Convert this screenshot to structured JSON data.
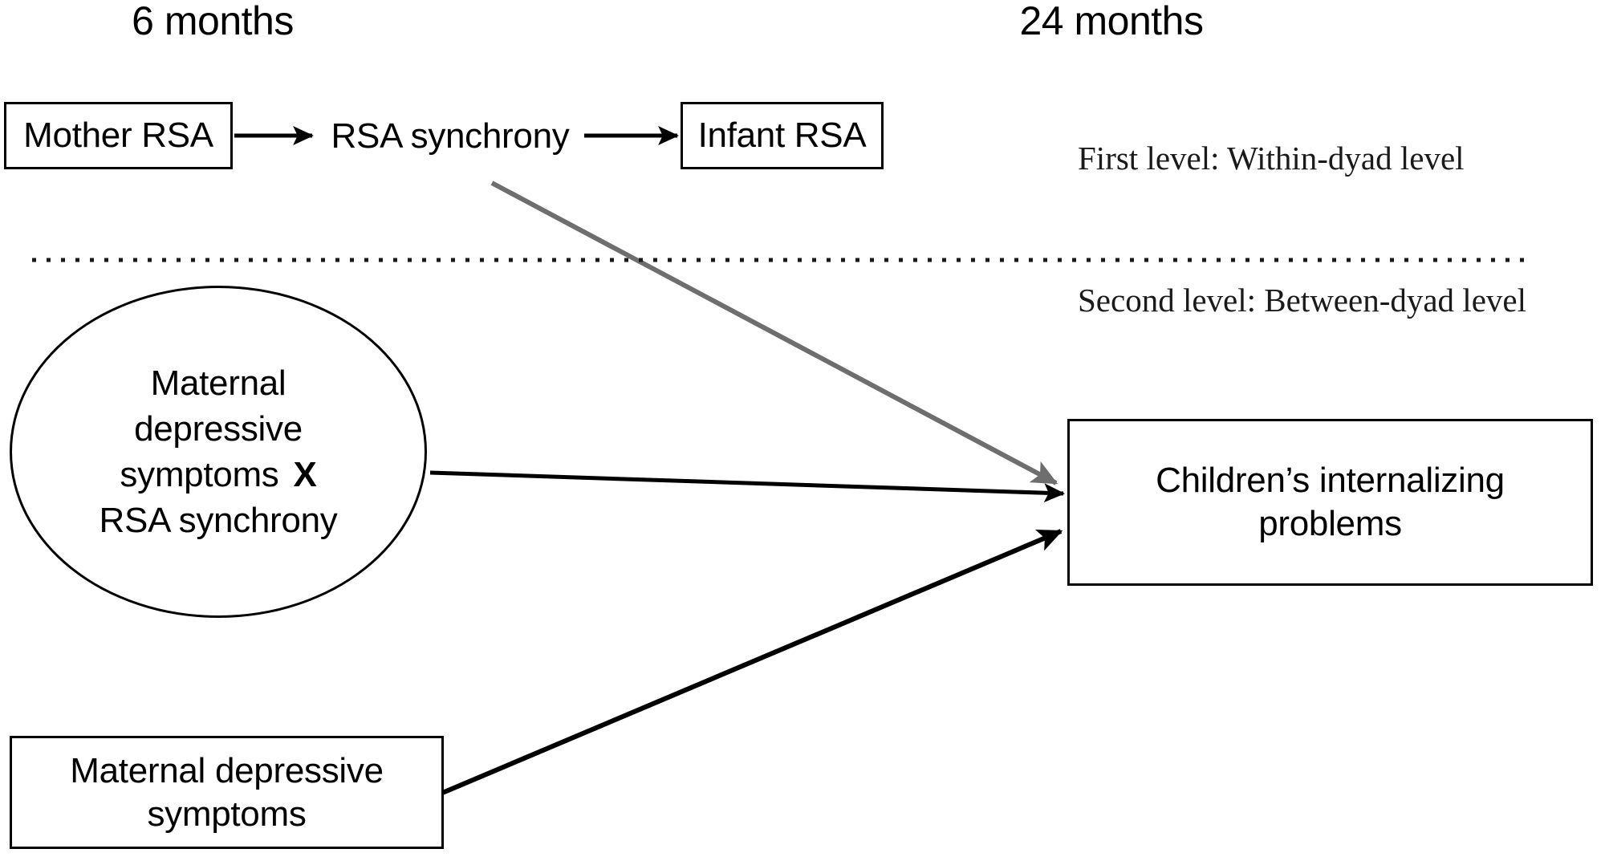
{
  "figure": {
    "title": "Multilevel model of RSA synchrony, maternal depressive symptoms and children's internalizing problems",
    "background_color": "#ffffff",
    "stroke_color": "#000000",
    "gray_arrow_color": "#6e6e6e"
  },
  "timeline": {
    "left": "6 months",
    "right": "24 months"
  },
  "levels": {
    "first": "First level: Within-dyad level",
    "second": "Second level: Between-dyad level",
    "divider": "dotted-divider-line"
  },
  "nodes": {
    "mother_rsa": {
      "label": "Mother RSA",
      "shape": "rectangle"
    },
    "rsa_synchrony": {
      "label": "RSA synchrony",
      "shape": "plain-text"
    },
    "infant_rsa": {
      "label": "Infant RSA",
      "shape": "rectangle"
    },
    "interaction": {
      "shape": "ellipse",
      "line1": "Maternal",
      "line2": "depressive",
      "line3a": "symptoms",
      "operator": "X",
      "line4": "RSA synchrony"
    },
    "children_internalizing": {
      "shape": "rectangle",
      "line1": "Children’s internalizing",
      "line2": "problems"
    },
    "maternal_depressive": {
      "shape": "rectangle",
      "line1": "Maternal depressive",
      "line2": "symptoms"
    }
  },
  "edges": [
    {
      "id": "mother-to-synchrony",
      "from": "Mother RSA",
      "to": "RSA synchrony",
      "color": "#000000",
      "style": "solid-arrow"
    },
    {
      "id": "synchrony-to-infant",
      "from": "RSA synchrony",
      "to": "Infant RSA",
      "color": "#000000",
      "style": "solid-arrow"
    },
    {
      "id": "synchrony-to-internalizing",
      "from": "RSA synchrony",
      "to": "Children’s internalizing problems",
      "color": "#6e6e6e",
      "style": "solid-arrow"
    },
    {
      "id": "interaction-to-internalizing",
      "from": "Maternal depressive symptoms X RSA synchrony",
      "to": "Children’s internalizing problems",
      "color": "#000000",
      "style": "solid-arrow"
    },
    {
      "id": "depressive-to-internalizing",
      "from": "Maternal depressive symptoms",
      "to": "Children’s internalizing problems",
      "color": "#000000",
      "style": "solid-arrow"
    }
  ]
}
